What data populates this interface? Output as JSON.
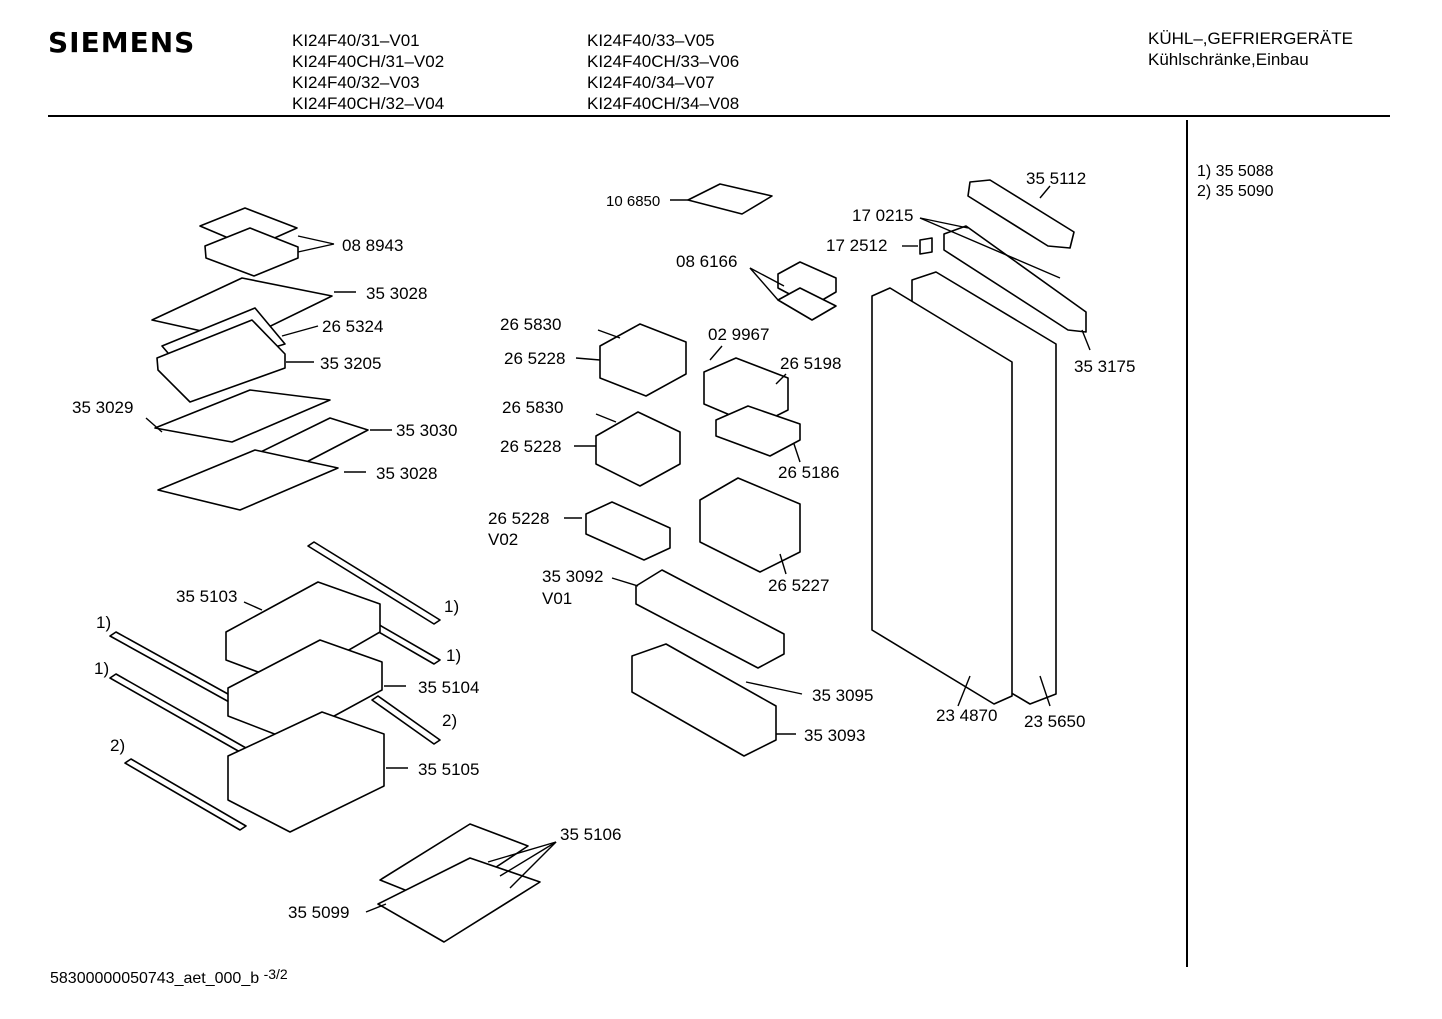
{
  "header": {
    "brand": "SIEMENS",
    "models_col1": [
      "KI24F40/31–V01",
      "KI24F40CH/31–V02",
      "KI24F40/32–V03",
      "KI24F40CH/32–V04"
    ],
    "models_col2": [
      "KI24F40/33–V05",
      "KI24F40CH/33–V06",
      "KI24F40/34–V07",
      "KI24F40CH/34–V08"
    ],
    "category_line1": "KÜHL–,GEFRIERGERÄTE",
    "category_line2": "Kühlschränke,Einbau"
  },
  "notes": [
    "1)  35 5088",
    "2)  35 5090"
  ],
  "footer": {
    "code": "58300000050743_aet_000_b ",
    "page": "-3/2"
  },
  "part_labels": [
    "08 8943",
    "35 3028",
    "26 5324",
    "35 3205",
    "35 3029",
    "35 3030",
    "35 3028",
    "35 5103",
    "1)",
    "1)",
    "1)",
    "1)",
    "35 5104",
    "2)",
    "35 5105",
    "2)",
    "35 5106",
    "35 5099",
    "10 6850",
    "08 6166",
    "26 5830",
    "02 9967",
    "26 5228",
    "26 5198",
    "26 5830",
    "26 5228",
    "26 5186",
    "26 5228",
    "V02",
    "26 5227",
    "35 3092",
    "V01",
    "35 3095",
    "35 3093",
    "35 5112",
    "17 0215",
    "17 2512",
    "35 3175",
    "23 4870",
    "23 5650"
  ]
}
